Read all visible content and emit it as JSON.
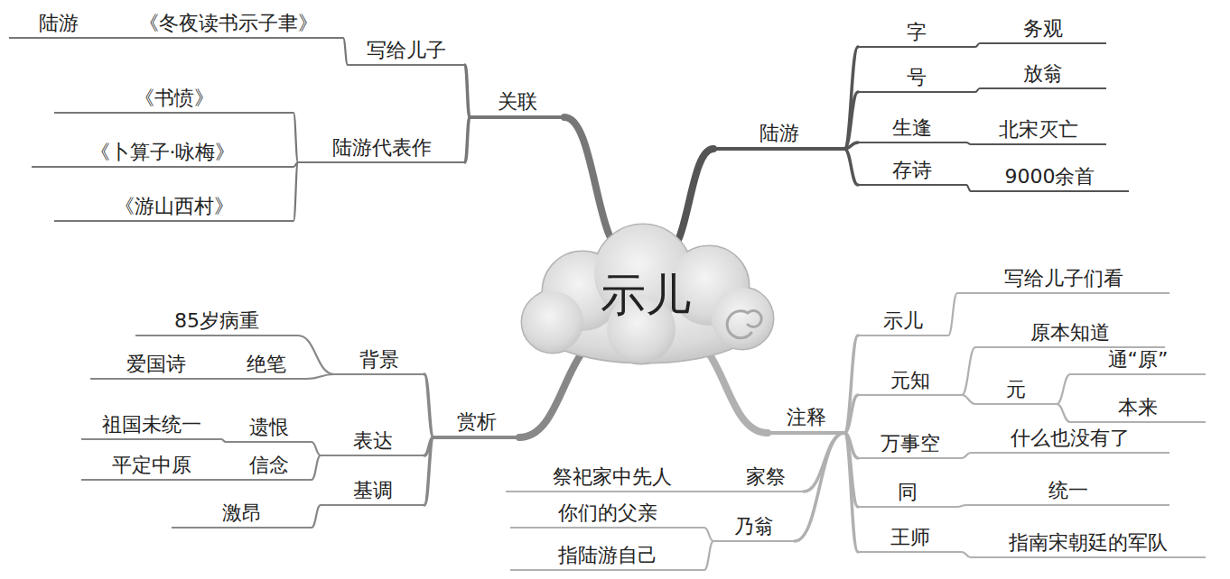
{
  "diagram": {
    "nodes": [
      {
        "text": [
          "示儿"
        ]
      },
      {
        "text": [
          "陆游"
        ]
      },
      {
        "text": [
          "字"
        ]
      },
      {
        "text": [
          "务观"
        ]
      },
      {
        "text": [
          "号"
        ]
      },
      {
        "text": [
          "放翁"
        ]
      },
      {
        "text": [
          "生逢"
        ]
      },
      {
        "text": [
          "北宋灭亡"
        ]
      },
      {
        "text": [
          "存诗"
        ]
      },
      {
        "text": [
          "9000余首"
        ]
      },
      {
        "text": [
          "注释"
        ]
      },
      {
        "text": [
          "示儿"
        ]
      },
      {
        "text": [
          "写给儿子们看"
        ]
      },
      {
        "text": [
          "元知"
        ]
      },
      {
        "text": [
          "原本知道"
        ]
      },
      {
        "text": [
          "元"
        ]
      },
      {
        "text": [
          "通“原”"
        ]
      },
      {
        "text": [
          "本来"
        ]
      },
      {
        "text": [
          "万事空"
        ]
      },
      {
        "text": [
          "什么也没有了"
        ]
      },
      {
        "text": [
          "同"
        ]
      },
      {
        "text": [
          "统一"
        ]
      },
      {
        "text": [
          "王师"
        ]
      },
      {
        "text": [
          "指南宋朝廷的军队"
        ]
      },
      {
        "text": [
          "家祭"
        ]
      },
      {
        "text": [
          "祭祀家中先人"
        ]
      },
      {
        "text": [
          "乃翁"
        ]
      },
      {
        "text": [
          "你们的父亲"
        ]
      },
      {
        "text": [
          "指陆游自己"
        ]
      },
      {
        "text": [
          "赏析"
        ]
      },
      {
        "text": [
          "背景"
        ]
      },
      {
        "text": [
          "85岁病重"
        ]
      },
      {
        "text": [
          "绝笔"
        ]
      },
      {
        "text": [
          "爱国诗"
        ]
      },
      {
        "text": [
          "表达"
        ]
      },
      {
        "text": [
          "遗恨"
        ]
      },
      {
        "text": [
          "祖国未统一"
        ]
      },
      {
        "text": [
          "信念"
        ]
      },
      {
        "text": [
          "平定中原"
        ]
      },
      {
        "text": [
          "基调"
        ]
      },
      {
        "text": [
          "激昂"
        ]
      },
      {
        "text": [
          "关联"
        ]
      },
      {
        "text": [
          "写给儿子"
        ]
      },
      {
        "text": [
          "《冬夜读书示子聿》"
        ]
      },
      {
        "text": [
          "陆游"
        ]
      },
      {
        "text": [
          "陆游代表作"
        ]
      },
      {
        "text": [
          "《书愤》"
        ]
      },
      {
        "text": [
          "《卜算子·咏梅》"
        ]
      },
      {
        "text": [
          "《游山西村》"
        ]
      }
    ],
    "edges": [
      {
        "from": 0,
        "to": 1,
        "arrow": "none"
      },
      {
        "from": 1,
        "to": 2,
        "arrow": "none"
      },
      {
        "from": 2,
        "to": 3,
        "arrow": "none"
      },
      {
        "from": 1,
        "to": 4,
        "arrow": "none"
      },
      {
        "from": 4,
        "to": 5,
        "arrow": "none"
      },
      {
        "from": 1,
        "to": 6,
        "arrow": "none"
      },
      {
        "from": 6,
        "to": 7,
        "arrow": "none"
      },
      {
        "from": 1,
        "to": 8,
        "arrow": "none"
      },
      {
        "from": 8,
        "to": 9,
        "arrow": "none"
      },
      {
        "from": 0,
        "to": 10,
        "arrow": "none"
      },
      {
        "from": 10,
        "to": 11,
        "arrow": "none"
      },
      {
        "from": 11,
        "to": 12,
        "arrow": "none"
      },
      {
        "from": 10,
        "to": 13,
        "arrow": "none"
      },
      {
        "from": 13,
        "to": 14,
        "arrow": "none"
      },
      {
        "from": 13,
        "to": 15,
        "arrow": "none"
      },
      {
        "from": 15,
        "to": 16,
        "arrow": "none"
      },
      {
        "from": 15,
        "to": 17,
        "arrow": "none"
      },
      {
        "from": 10,
        "to": 18,
        "arrow": "none"
      },
      {
        "from": 18,
        "to": 19,
        "arrow": "none"
      },
      {
        "from": 10,
        "to": 20,
        "arrow": "none"
      },
      {
        "from": 20,
        "to": 21,
        "arrow": "none"
      },
      {
        "from": 10,
        "to": 22,
        "arrow": "none"
      },
      {
        "from": 22,
        "to": 23,
        "arrow": "none"
      },
      {
        "from": 10,
        "to": 24,
        "arrow": "none"
      },
      {
        "from": 24,
        "to": 25,
        "arrow": "none"
      },
      {
        "from": 10,
        "to": 26,
        "arrow": "none"
      },
      {
        "from": 26,
        "to": 27,
        "arrow": "none"
      },
      {
        "from": 26,
        "to": 28,
        "arrow": "none"
      },
      {
        "from": 0,
        "to": 29,
        "arrow": "none"
      },
      {
        "from": 29,
        "to": 30,
        "arrow": "none"
      },
      {
        "from": 30,
        "to": 31,
        "arrow": "none"
      },
      {
        "from": 30,
        "to": 32,
        "arrow": "none"
      },
      {
        "from": 32,
        "to": 33,
        "arrow": "none"
      },
      {
        "from": 29,
        "to": 34,
        "arrow": "none"
      },
      {
        "from": 34,
        "to": 35,
        "arrow": "none"
      },
      {
        "from": 35,
        "to": 36,
        "arrow": "none"
      },
      {
        "from": 34,
        "to": 37,
        "arrow": "none"
      },
      {
        "from": 37,
        "to": 38,
        "arrow": "none"
      },
      {
        "from": 29,
        "to": 39,
        "arrow": "none"
      },
      {
        "from": 39,
        "to": 40,
        "arrow": "none"
      },
      {
        "from": 0,
        "to": 41,
        "arrow": "none"
      },
      {
        "from": 41,
        "to": 42,
        "arrow": "none"
      },
      {
        "from": 42,
        "to": 43,
        "arrow": "none"
      },
      {
        "from": 43,
        "to": 44,
        "arrow": "none"
      },
      {
        "from": 41,
        "to": 45,
        "arrow": "none"
      },
      {
        "from": 45,
        "to": 46,
        "arrow": "none"
      },
      {
        "from": 45,
        "to": 47,
        "arrow": "none"
      },
      {
        "from": 45,
        "to": 48,
        "arrow": "none"
      }
    ]
  }
}
